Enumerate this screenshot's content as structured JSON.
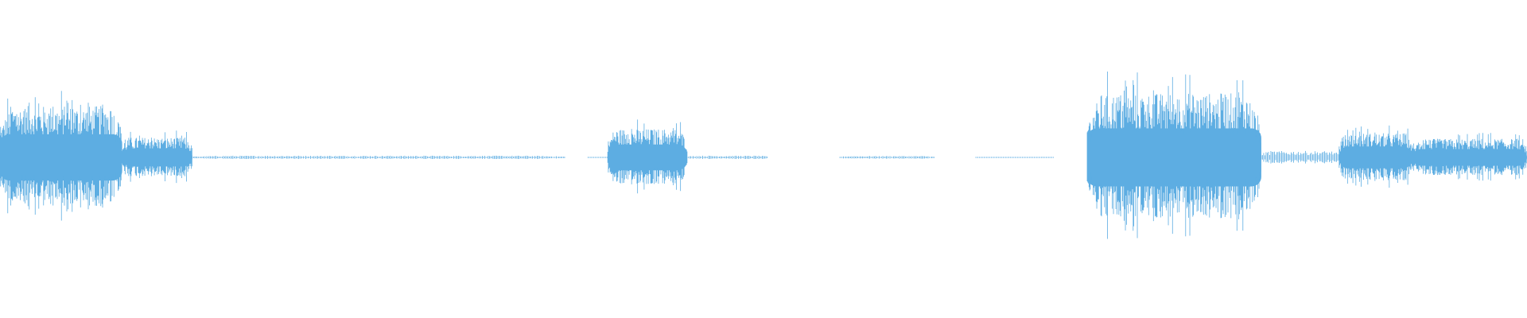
{
  "waveform": {
    "color": "#5dade2",
    "background": "#ffffff",
    "segments": [
      {
        "start": 0.0,
        "end": 0.08,
        "amp": 0.36
      },
      {
        "start": 0.08,
        "end": 0.126,
        "amp": 0.14
      },
      {
        "start": 0.126,
        "end": 0.37,
        "amp": 0.012
      },
      {
        "start": 0.385,
        "end": 0.398,
        "amp": 0.004
      },
      {
        "start": 0.398,
        "end": 0.45,
        "amp": 0.2
      },
      {
        "start": 0.45,
        "end": 0.503,
        "amp": 0.012
      },
      {
        "start": 0.55,
        "end": 0.612,
        "amp": 0.01
      },
      {
        "start": 0.639,
        "end": 0.69,
        "amp": 0.004
      },
      {
        "start": 0.712,
        "end": 0.826,
        "amp": 0.45
      },
      {
        "start": 0.826,
        "end": 0.877,
        "amp": 0.045
      },
      {
        "start": 0.877,
        "end": 0.925,
        "amp": 0.17
      },
      {
        "start": 0.925,
        "end": 1.0,
        "amp": 0.13
      }
    ]
  }
}
